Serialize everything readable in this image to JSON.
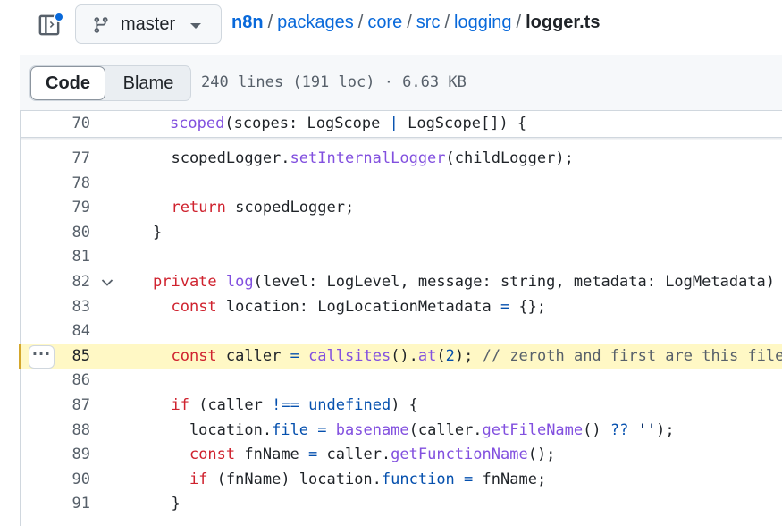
{
  "topbar": {
    "branch": "master",
    "breadcrumb": {
      "repo": "n8n",
      "path": [
        "packages",
        "core",
        "src",
        "logging"
      ],
      "file": "logger.ts"
    }
  },
  "file_header": {
    "tabs": [
      {
        "label": "Code",
        "selected": true
      },
      {
        "label": "Blame",
        "selected": false
      }
    ],
    "stats": "240 lines (191 loc) · 6.63 KB"
  },
  "code": {
    "sticky_line": {
      "number": "70",
      "tokens": [
        {
          "t": "    ",
          "c": ""
        },
        {
          "t": "scoped",
          "c": "fn"
        },
        {
          "t": "(scopes: LogScope ",
          "c": ""
        },
        {
          "t": "|",
          "c": "op"
        },
        {
          "t": " LogScope[]) {",
          "c": ""
        }
      ]
    },
    "lines": [
      {
        "number": "77",
        "tokens": [
          {
            "t": "  scopedLogger.",
            "c": ""
          },
          {
            "t": "setInternalLogger",
            "c": "fn"
          },
          {
            "t": "(childLogger);",
            "c": ""
          }
        ]
      },
      {
        "number": "78",
        "tokens": []
      },
      {
        "number": "79",
        "tokens": [
          {
            "t": "  ",
            "c": ""
          },
          {
            "t": "return",
            "c": "kw"
          },
          {
            "t": " scopedLogger;",
            "c": ""
          }
        ]
      },
      {
        "number": "80",
        "tokens": [
          {
            "t": "}",
            "c": ""
          }
        ]
      },
      {
        "number": "81",
        "tokens": []
      },
      {
        "number": "82",
        "fold": true,
        "tokens": [
          {
            "t": "private",
            "c": "kw"
          },
          {
            "t": " ",
            "c": ""
          },
          {
            "t": "log",
            "c": "fn"
          },
          {
            "t": "(level: LogLevel, message: string, metadata: LogMetadata) {",
            "c": ""
          }
        ]
      },
      {
        "number": "83",
        "tokens": [
          {
            "t": "  ",
            "c": ""
          },
          {
            "t": "const",
            "c": "kw"
          },
          {
            "t": " location: LogLocationMetadata ",
            "c": ""
          },
          {
            "t": "=",
            "c": "op"
          },
          {
            "t": " {};",
            "c": ""
          }
        ]
      },
      {
        "number": "84",
        "tokens": []
      },
      {
        "number": "85",
        "highlight": true,
        "tokens": [
          {
            "t": "  ",
            "c": ""
          },
          {
            "t": "const",
            "c": "kw"
          },
          {
            "t": " caller ",
            "c": ""
          },
          {
            "t": "=",
            "c": "op"
          },
          {
            "t": " ",
            "c": ""
          },
          {
            "t": "callsites",
            "c": "fn"
          },
          {
            "t": "().",
            "c": ""
          },
          {
            "t": "at",
            "c": "fn"
          },
          {
            "t": "(",
            "c": ""
          },
          {
            "t": "2",
            "c": "pr"
          },
          {
            "t": "); ",
            "c": ""
          },
          {
            "t": "// zeroth and first are this file,",
            "c": "cm"
          }
        ]
      },
      {
        "number": "86",
        "tokens": []
      },
      {
        "number": "87",
        "tokens": [
          {
            "t": "  ",
            "c": ""
          },
          {
            "t": "if",
            "c": "kw"
          },
          {
            "t": " (caller ",
            "c": ""
          },
          {
            "t": "!==",
            "c": "op"
          },
          {
            "t": " ",
            "c": ""
          },
          {
            "t": "undefined",
            "c": "pr"
          },
          {
            "t": ") {",
            "c": ""
          }
        ]
      },
      {
        "number": "88",
        "tokens": [
          {
            "t": "    location.",
            "c": ""
          },
          {
            "t": "file",
            "c": "pr"
          },
          {
            "t": " ",
            "c": ""
          },
          {
            "t": "=",
            "c": "op"
          },
          {
            "t": " ",
            "c": ""
          },
          {
            "t": "basename",
            "c": "fn"
          },
          {
            "t": "(caller.",
            "c": ""
          },
          {
            "t": "getFileName",
            "c": "fn"
          },
          {
            "t": "() ",
            "c": ""
          },
          {
            "t": "??",
            "c": "op"
          },
          {
            "t": " ",
            "c": ""
          },
          {
            "t": "''",
            "c": "st"
          },
          {
            "t": ");",
            "c": ""
          }
        ]
      },
      {
        "number": "89",
        "tokens": [
          {
            "t": "    ",
            "c": ""
          },
          {
            "t": "const",
            "c": "kw"
          },
          {
            "t": " fnName ",
            "c": ""
          },
          {
            "t": "=",
            "c": "op"
          },
          {
            "t": " caller.",
            "c": ""
          },
          {
            "t": "getFunctionName",
            "c": "fn"
          },
          {
            "t": "();",
            "c": ""
          }
        ]
      },
      {
        "number": "90",
        "tokens": [
          {
            "t": "    ",
            "c": ""
          },
          {
            "t": "if",
            "c": "kw"
          },
          {
            "t": " (fnName) location.",
            "c": ""
          },
          {
            "t": "function",
            "c": "pr"
          },
          {
            "t": " ",
            "c": ""
          },
          {
            "t": "=",
            "c": "op"
          },
          {
            "t": " fnName;",
            "c": ""
          }
        ]
      },
      {
        "number": "91",
        "tokens": [
          {
            "t": "  }",
            "c": ""
          }
        ]
      }
    ]
  },
  "icons": {
    "file_tree": "sidebar-expand-icon",
    "branch": "git-branch-icon",
    "dropdown": "triangle-down-icon",
    "fold": "chevron-down-icon",
    "line_menu": "kebab-horizontal-icon"
  },
  "colors": {
    "link": "#0969da",
    "keyword": "#cf222e",
    "function": "#8250df",
    "property": "#0550ae",
    "comment": "#57606a",
    "highlight": "#fff8c5",
    "highlight_bar": "#d4a72c"
  }
}
